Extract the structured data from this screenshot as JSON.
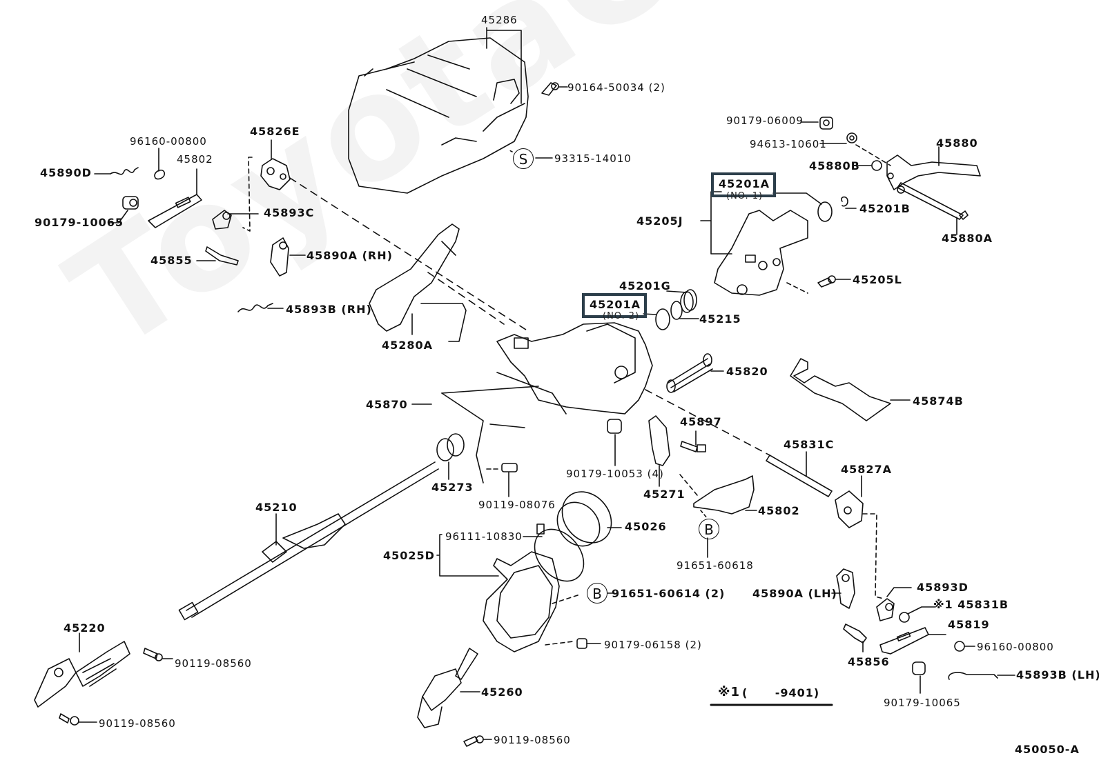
{
  "diagram": {
    "title": "Steering column parts diagram",
    "figure_code": "450050-A",
    "watermark": "ToyotaCatalog.ru",
    "footnote": {
      "symbol": "※1",
      "text": "(      -9401)"
    },
    "highlighted_parts": [
      "45201A (NO. 1)",
      "45201A (NO. 2)"
    ],
    "highlight_color": "#2c3e4a",
    "circle_markers": {
      "S": "S",
      "B": "B"
    },
    "labels": {
      "p45286": "45286",
      "p90164": "90164-50034 (2)",
      "p93315": "93315-14010",
      "p96160a": "96160-00800",
      "p45826e": "45826E",
      "p45890d": "45890D",
      "p45802a": "45802",
      "p90179_10065a": "90179-10065",
      "p45893c": "45893C",
      "p45855": "45855",
      "p45890a_rh": "45890A (RH)",
      "p45893b_rh": "45893B (RH)",
      "p45280a": "45280A",
      "p90179_06009": "90179-06009",
      "p94613": "94613-10601",
      "p45880": "45880",
      "p45880b": "45880B",
      "p45201a1": "45201A",
      "p45201a1_sub": "(NO. 1)",
      "p45201b": "45201B",
      "p45205j": "45205J",
      "p45880a": "45880A",
      "p45205l": "45205L",
      "p45201g": "45201G",
      "p45201a2": "45201A",
      "p45201a2_sub": "(NO. 2)",
      "p45215": "45215",
      "p45820": "45820",
      "p45874b": "45874B",
      "p45870": "45870",
      "p45897": "45897",
      "p90179_10053": "90179-10053 (4)",
      "p45273": "45273",
      "p45831c": "45831C",
      "p45827a": "45827A",
      "p45271": "45271",
      "p90119_08076": "90119-08076",
      "p45802b": "45802",
      "p45210": "45210",
      "p96111": "96111-10830",
      "p45026": "45026",
      "p45025d": "45025D",
      "p91651_60618": "91651-60618",
      "p91651_60614": "91651-60614 (2)",
      "p45890a_lh": "45890A (LH)",
      "p45893d": "45893D",
      "p45831b": "※1 45831B",
      "p45819": "45819",
      "p45220": "45220",
      "p90179_06158": "90179-06158 (2)",
      "p96160b": "96160-00800",
      "p90119_08560a": "90119-08560",
      "p45856": "45856",
      "p45893b_lh": "45893B (LH)",
      "p45260": "45260",
      "p90179_10065b": "90179-10065",
      "p90119_08560b": "90119-08560",
      "p90119_08560c": "90119-08560"
    }
  }
}
